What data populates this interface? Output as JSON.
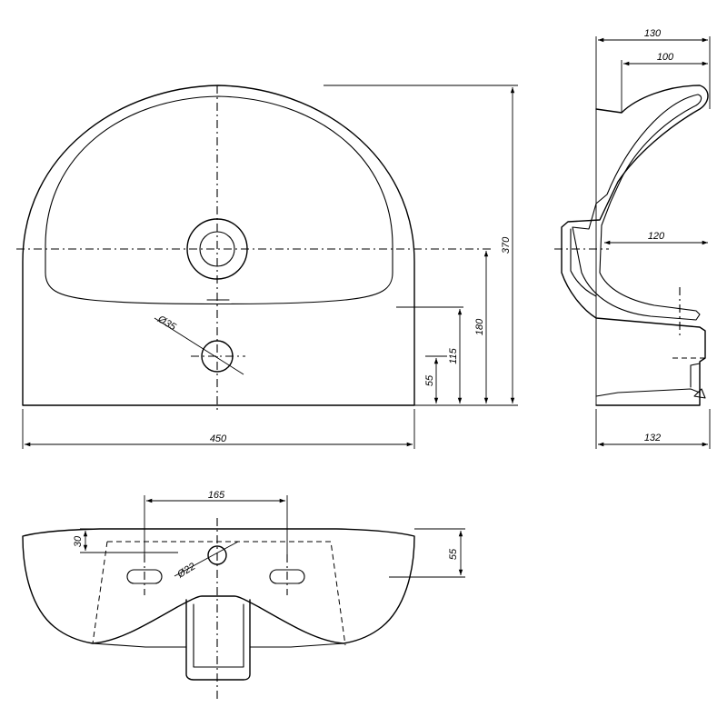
{
  "dimensions": {
    "front_width": "450",
    "front_height": "370",
    "front_h180": "180",
    "front_h115": "115",
    "front_h55": "55",
    "tap_hole": "Ø35",
    "side_130": "130",
    "side_100": "100",
    "side_120": "120",
    "side_132": "132",
    "bottom_165": "165",
    "bottom_30": "30",
    "bottom_55": "55",
    "bottom_hole": "Ø22"
  }
}
